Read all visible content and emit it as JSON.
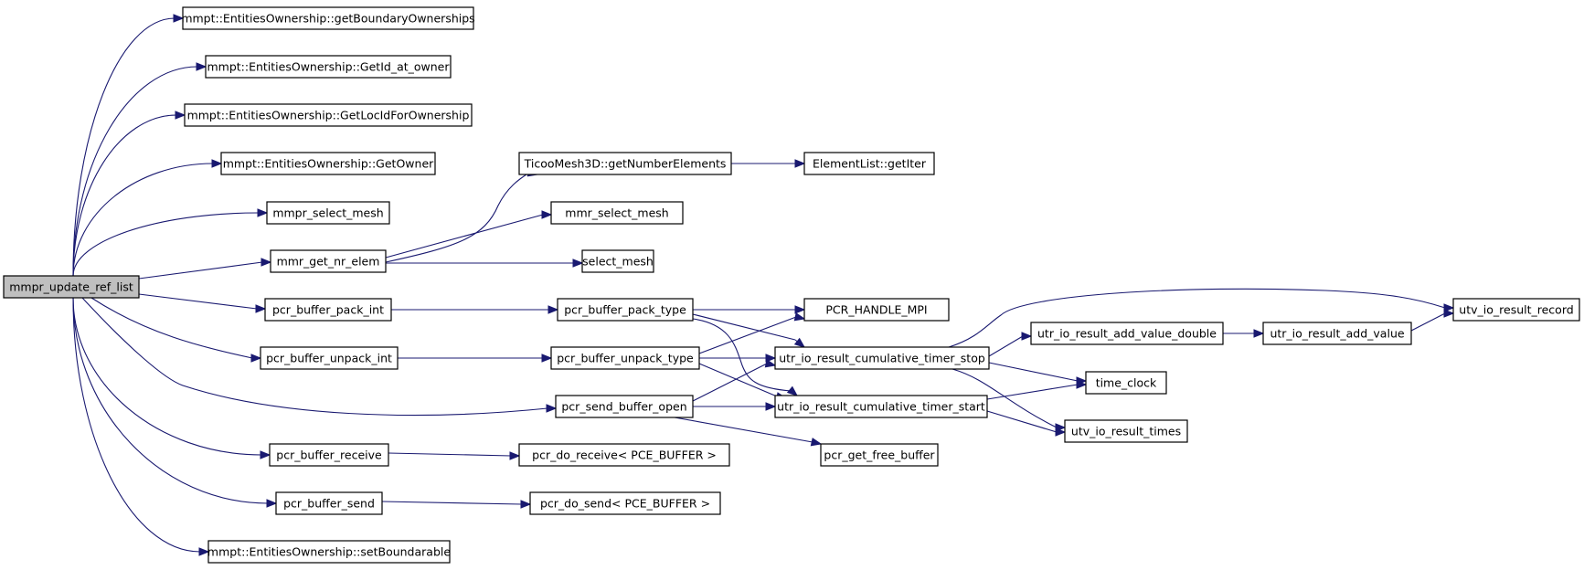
{
  "colors": {
    "edge": "#191970",
    "root_fill": "#bfbfbf",
    "node_fill": "#ffffff",
    "border": "#000000"
  },
  "nodes": {
    "root": "mmpr_update_ref_list",
    "getBoundary": "mmpt::EntitiesOwnership::getBoundaryOwnerships",
    "getId": "mmpt::EntitiesOwnership::GetId_at_owner",
    "getLocId": "mmpt::EntitiesOwnership::GetLocIdForOwnership",
    "getOwner": "mmpt::EntitiesOwnership::GetOwner",
    "mmprSelect": "mmpr_select_mesh",
    "mmrGetNr": "mmr_get_nr_elem",
    "packInt": "pcr_buffer_pack_int",
    "unpackInt": "pcr_buffer_unpack_int",
    "sendOpen": "pcr_send_buffer_open",
    "bufReceive": "pcr_buffer_receive",
    "bufSend": "pcr_buffer_send",
    "setBoundarable": "mmpt::EntitiesOwnership::setBoundarable",
    "ticoo": "TicooMesh3D::getNumberElements",
    "mmrSelect": "mmr_select_mesh",
    "selectMesh": "select_mesh",
    "packType": "pcr_buffer_pack_type",
    "unpackType": "pcr_buffer_unpack_type",
    "doReceive": "pcr_do_receive< PCE_BUFFER >",
    "doSend": "pcr_do_send< PCE_BUFFER >",
    "elementList": "ElementList::getIter",
    "handleMpi": "PCR_HANDLE_MPI",
    "timerStop": "utr_io_result_cumulative_timer_stop",
    "timerStart": "utr_io_result_cumulative_timer_start",
    "freeBuffer": "pcr_get_free_buffer",
    "addValueDouble": "utr_io_result_add_value_double",
    "addValue": "utr_io_result_add_value",
    "timeClock": "time_clock",
    "resultTimes": "utv_io_result_times",
    "resultRecord": "utv_io_result_record"
  }
}
